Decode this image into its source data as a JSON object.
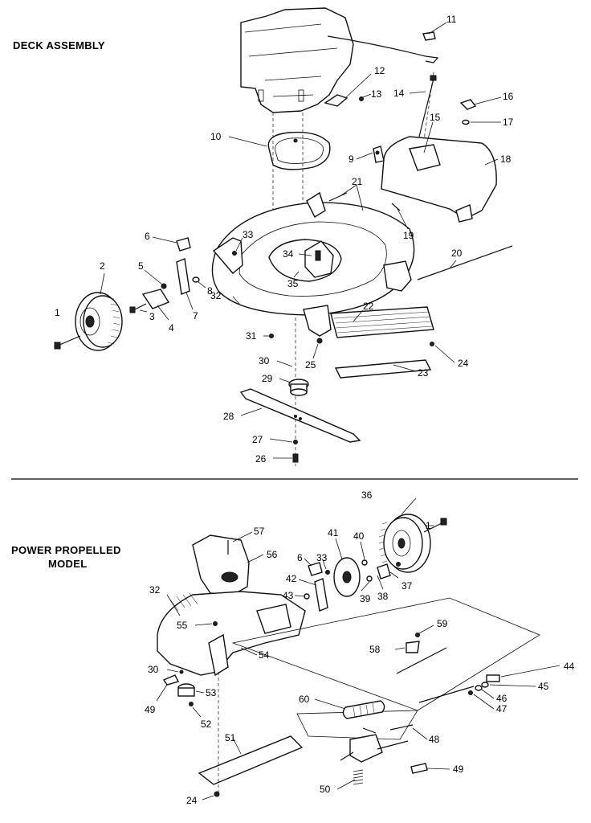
{
  "sections": {
    "deck": {
      "title": "DECK ASSEMBLY"
    },
    "power": {
      "title_line1": "POWER PROPELLED",
      "title_line2": "MODEL"
    }
  },
  "callouts": {
    "c_11": "11",
    "c_12": "12",
    "c_13": "13",
    "c_14": "14",
    "c_16": "16",
    "c_17": "17",
    "c_15": "15",
    "c_18": "18",
    "c_10": "10",
    "c_9": "9",
    "c_21": "21",
    "c_19": "19",
    "c_6a": "6",
    "c_33a": "33",
    "c_2": "2",
    "c_5": "5",
    "c_34": "34",
    "c_20": "20",
    "c_8": "8",
    "c_35": "35",
    "c_1a": "1",
    "c_7": "7",
    "c_32a": "32",
    "c_3": "3",
    "c_4": "4",
    "c_22": "22",
    "c_31": "31",
    "c_25": "25",
    "c_24a": "24",
    "c_30a": "30",
    "c_23": "23",
    "c_29": "29",
    "c_28": "28",
    "c_27": "27",
    "c_26": "26",
    "c_36": "36",
    "c_1b": "1",
    "c_57": "57",
    "c_41": "41",
    "c_40": "40",
    "c_56": "56",
    "c_6b": "6",
    "c_33b": "33",
    "c_37": "37",
    "c_42": "42",
    "c_38": "38",
    "c_32b": "32",
    "c_43": "43",
    "c_39": "39",
    "c_55": "55",
    "c_59": "59",
    "c_58": "58",
    "c_54": "54",
    "c_44": "44",
    "c_30b": "30",
    "c_45": "45",
    "c_53": "53",
    "c_46": "46",
    "c_49a": "49",
    "c_60": "60",
    "c_47": "47",
    "c_52": "52",
    "c_48": "48",
    "c_51": "51",
    "c_49b": "49",
    "c_50": "50",
    "c_24b": "24"
  }
}
